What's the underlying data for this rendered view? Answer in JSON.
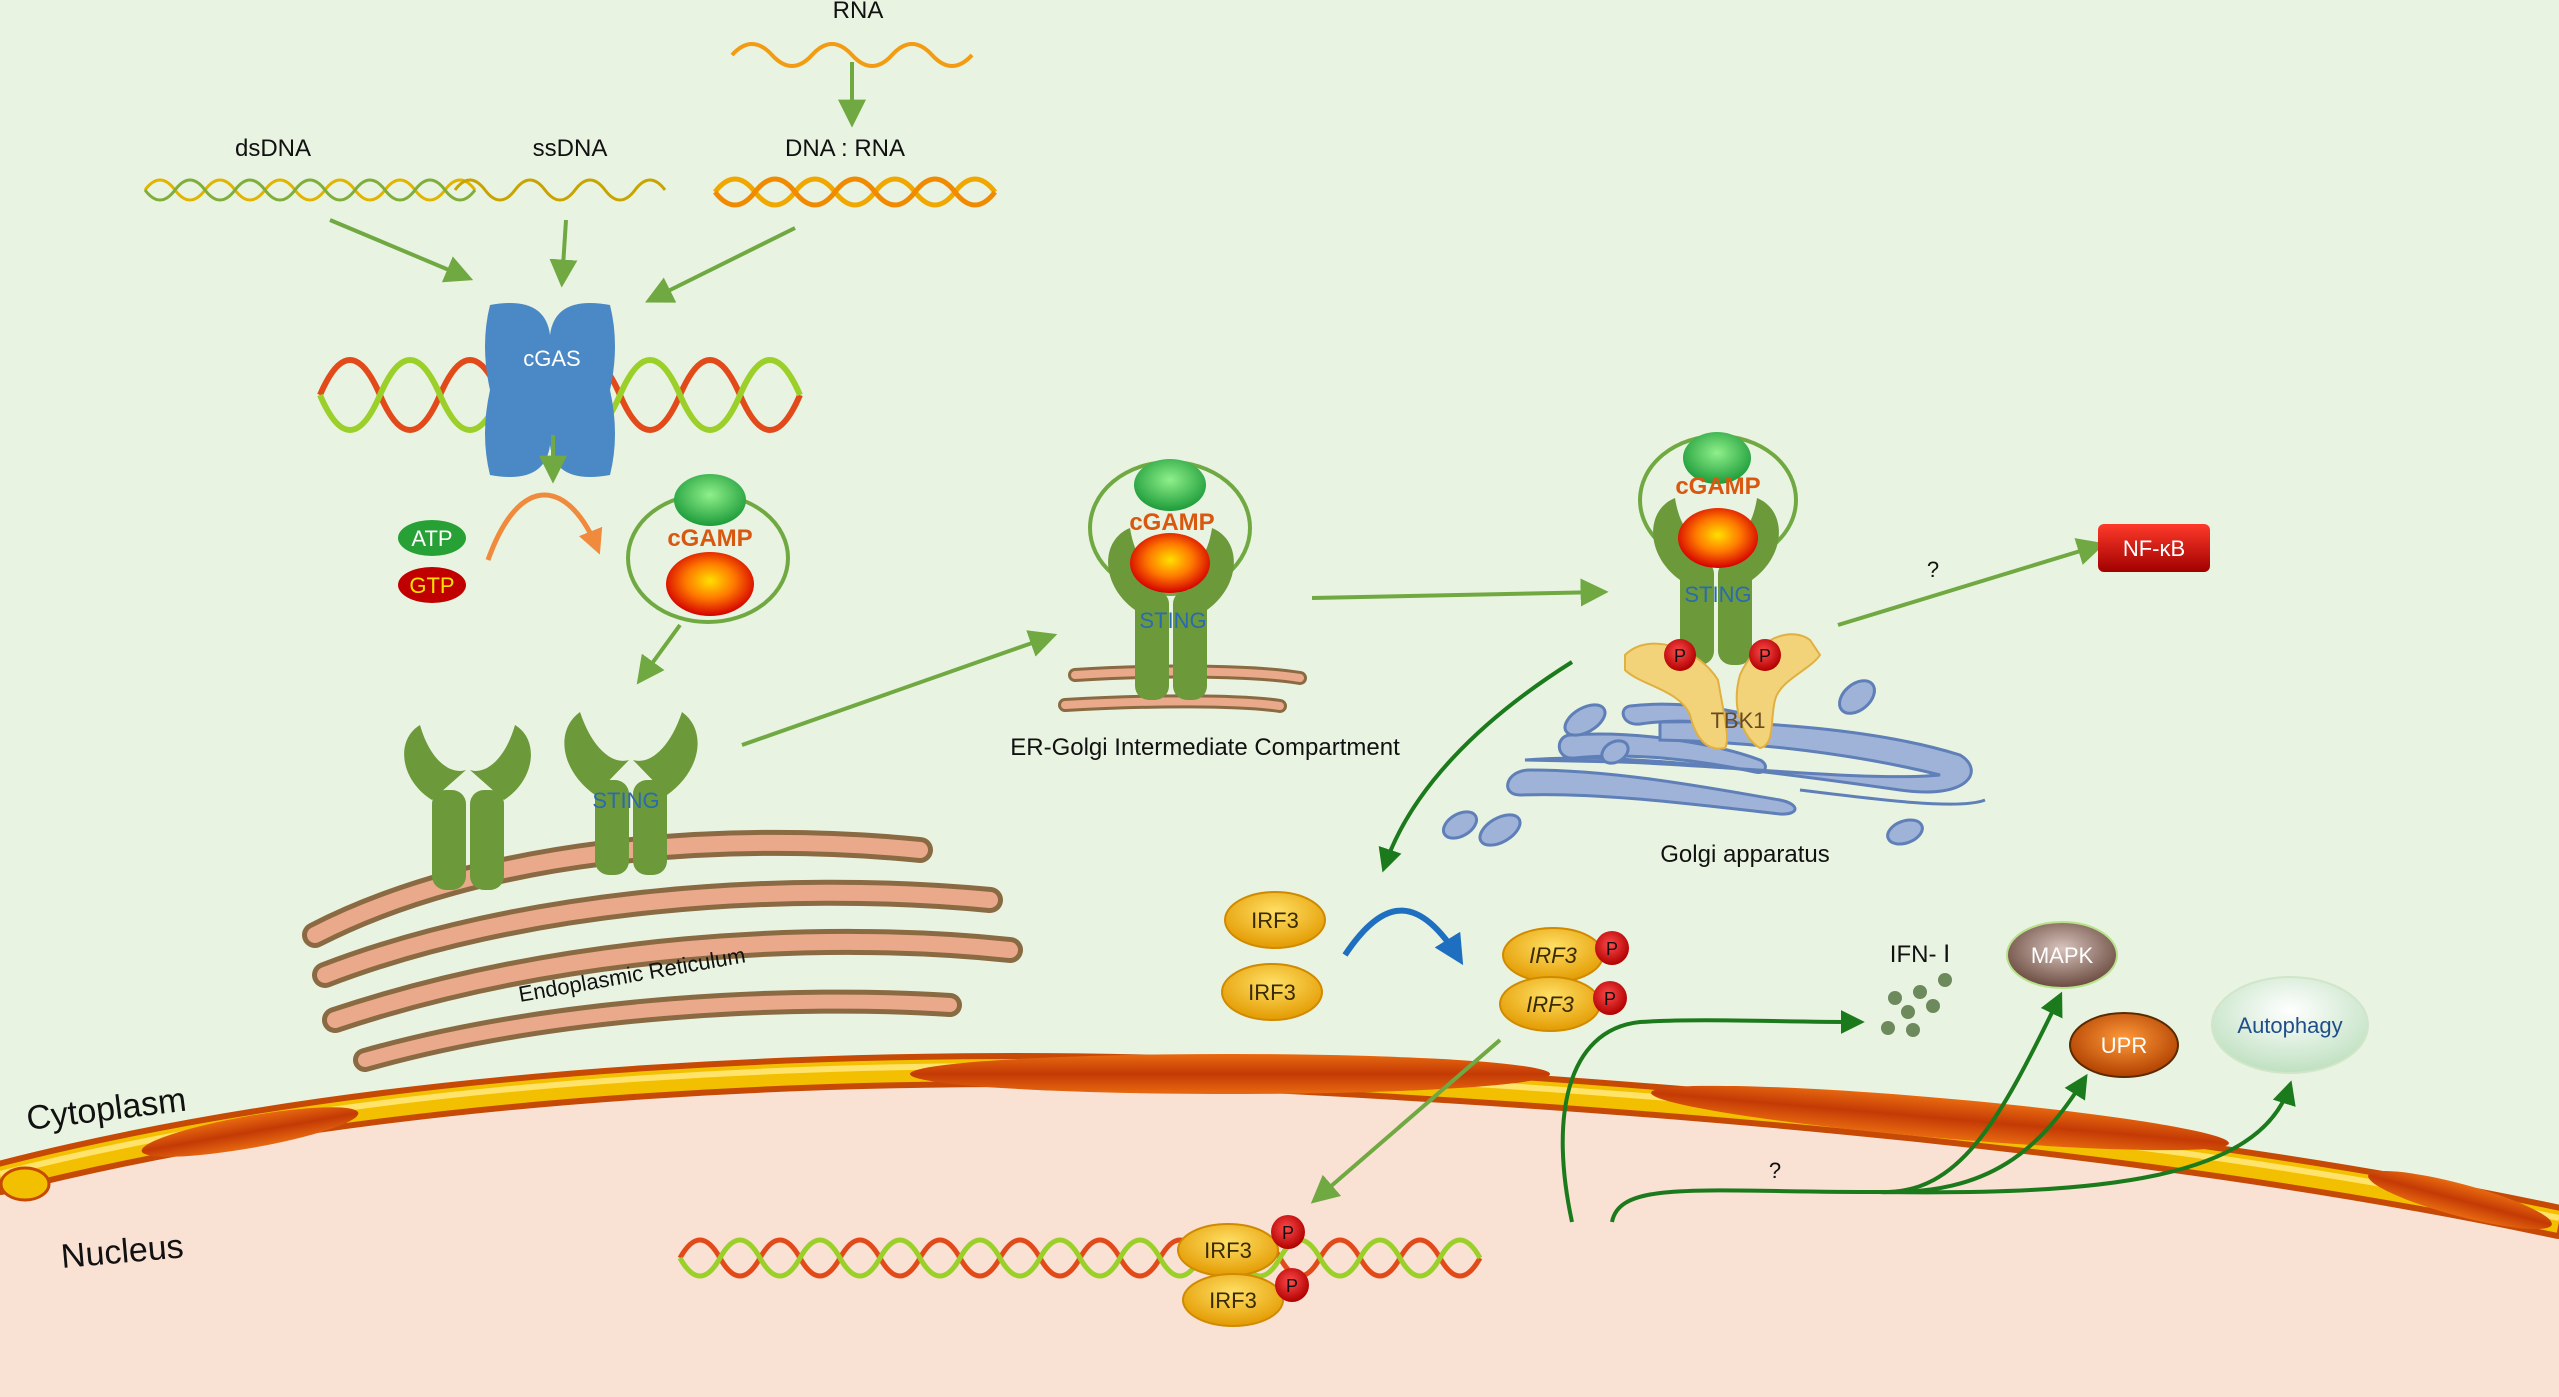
{
  "inputs": {
    "rna": "RNA",
    "dsdna": "dsDNA",
    "ssdna": "ssDNA",
    "dna_rna": "DNA : RNA"
  },
  "enzymes": {
    "cgas": "cGAS",
    "atp": "ATP",
    "gtp": "GTP",
    "cgamp": "cGAMP",
    "sting": "STING",
    "tbk1": "TBK1",
    "p": "P",
    "nfkb": "NF-κB",
    "irf3": "IRF3"
  },
  "compartments": {
    "er": "Endoplasmic Reticulum",
    "ergic": "ER-Golgi Intermediate Compartment",
    "golgi": "Golgi apparatus",
    "cytoplasm": "Cytoplasm",
    "nucleus": "Nucleus"
  },
  "outputs": {
    "ifn": "IFN- Ⅰ",
    "mapk": "MAPK",
    "upr": "UPR",
    "autophagy": "Autophagy",
    "q1": "?",
    "q2": "?"
  },
  "colors": {
    "background": "#e9f3e1",
    "nucleus": "#f9e1d3",
    "arrow_green": "#70a942",
    "arrow_dark_green": "#1b7a1b",
    "arrow_blue": "#1f6fc0",
    "arrow_orange": "#f08a3c",
    "sting_green": "#6c9a3a",
    "cgas_blue": "#4a89c5",
    "membrane_gold": "#f2c200",
    "membrane_orange": "#d8580f",
    "irf3_gold": "#f1b40f",
    "phospho_red": "#d40000",
    "nfkb_red": "#c80f0f",
    "mapk_brown": "#7a5a4f",
    "upr_orange": "#e0600a",
    "tbk1_yellow": "#f3d37a",
    "golgi_blue": "#9fb2d8",
    "er_tan": "#c8916a"
  }
}
